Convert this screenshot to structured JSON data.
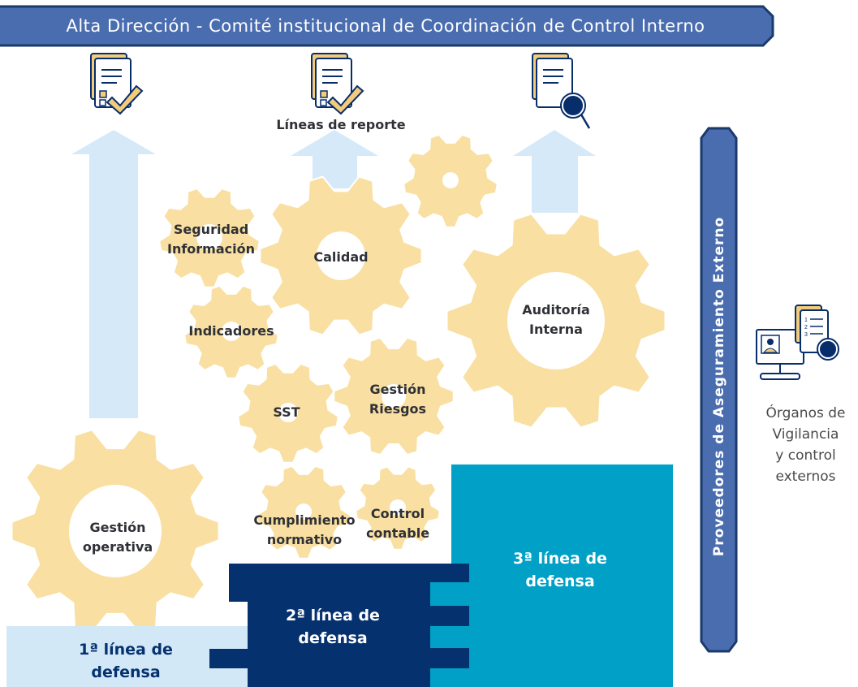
{
  "header": {
    "title": "Alta Dirección - Comité institucional de Coordinación de Control Interno"
  },
  "reporting": {
    "label": "Líneas de reporte"
  },
  "gears": {
    "gestion_operativa": {
      "line1": "Gestión",
      "line2": "operativa"
    },
    "seguridad": {
      "line1": "Seguridad",
      "line2": "Información"
    },
    "calidad": {
      "line1": "Calidad"
    },
    "indicadores": {
      "line1": "Indicadores"
    },
    "sst": {
      "line1": "SST"
    },
    "gestion_riesgos": {
      "line1": "Gestión",
      "line2": "Riesgos"
    },
    "auditoria": {
      "line1": "Auditoría",
      "line2": "Interna"
    },
    "cumplimiento": {
      "line1": "Cumplimiento",
      "line2": "normativo"
    },
    "control": {
      "line1": "Control",
      "line2": "contable"
    }
  },
  "defense_lines": {
    "first": {
      "line1": "1ª línea de",
      "line2": "defensa"
    },
    "second": {
      "line1": "2ª línea de",
      "line2": "defensa"
    },
    "third": {
      "line1": "3ª línea de",
      "line2": "defensa"
    }
  },
  "external": {
    "bar_label": "Proveedores de Aseguramiento Externo",
    "organs": [
      "Órganos de",
      "Vigilancia",
      "y control",
      "externos"
    ]
  },
  "colors": {
    "navy": "#1b3a6b",
    "header_blue": "#4a6db0",
    "gear_fill": "#f9dfa1",
    "arrow_fill": "#d6e9f8",
    "first_line": "#d2e8f7",
    "second_line": "#06316f",
    "third_line": "#01a0c6",
    "icon_navy": "#072d6b",
    "icon_yellow": "#f2cc7a"
  }
}
